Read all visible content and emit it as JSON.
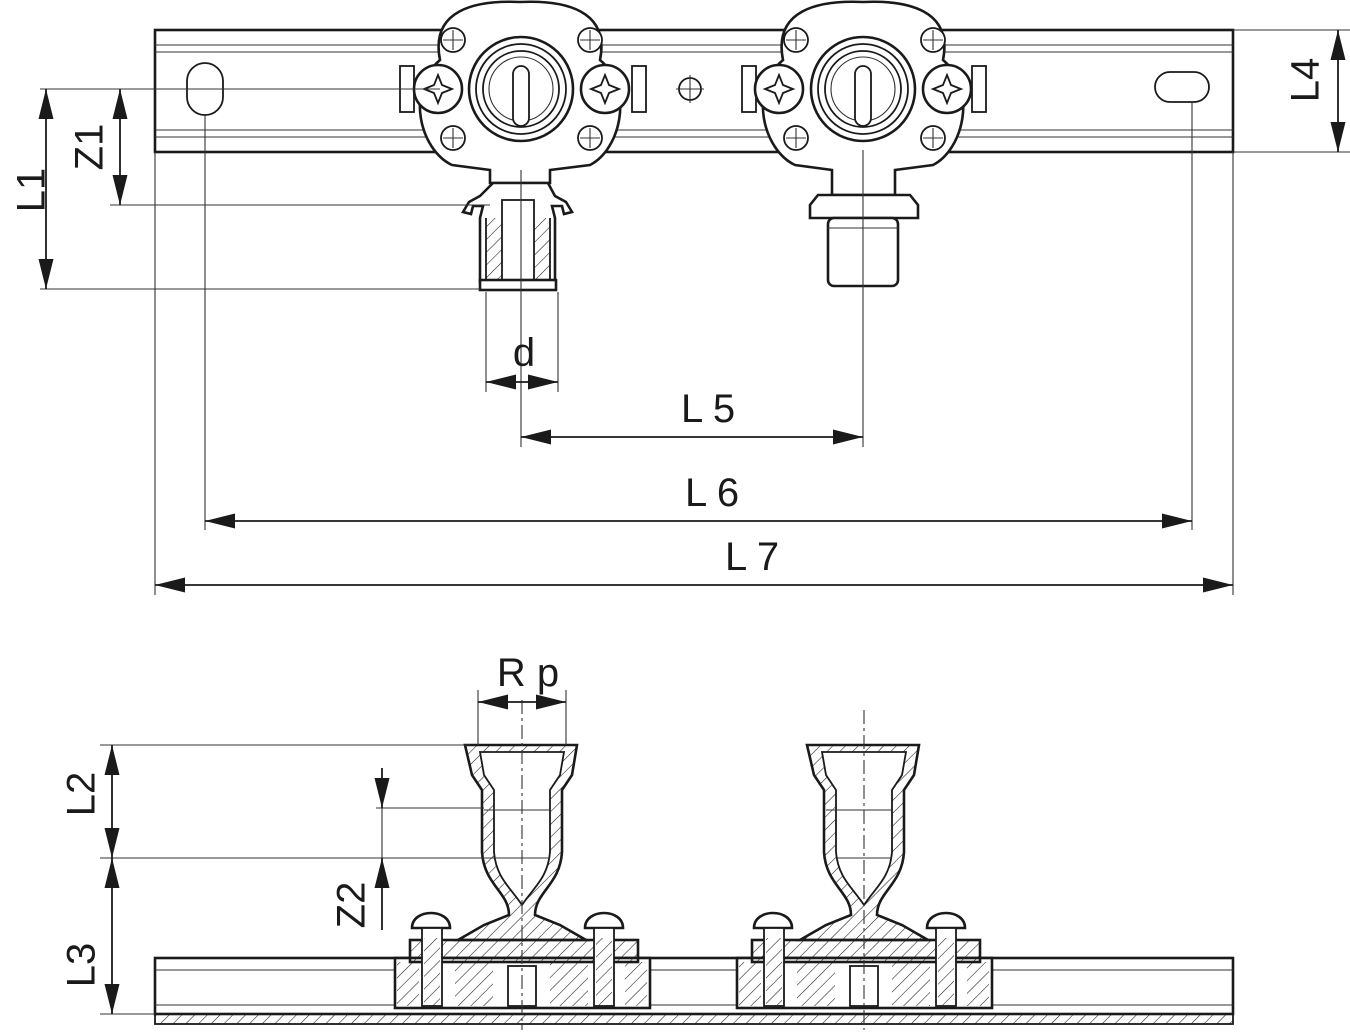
{
  "drawing": {
    "labels": {
      "L1": "L1",
      "Z1": "Z1",
      "L4": "L4",
      "d": "d",
      "L5": "L 5",
      "L6": "L 6",
      "L7": "L 7",
      "Rp": "R p",
      "L2": "L2",
      "Z2": "Z2",
      "L3": "L3"
    },
    "colors": {
      "line": "#1a1a1a",
      "background": "#ffffff"
    }
  }
}
